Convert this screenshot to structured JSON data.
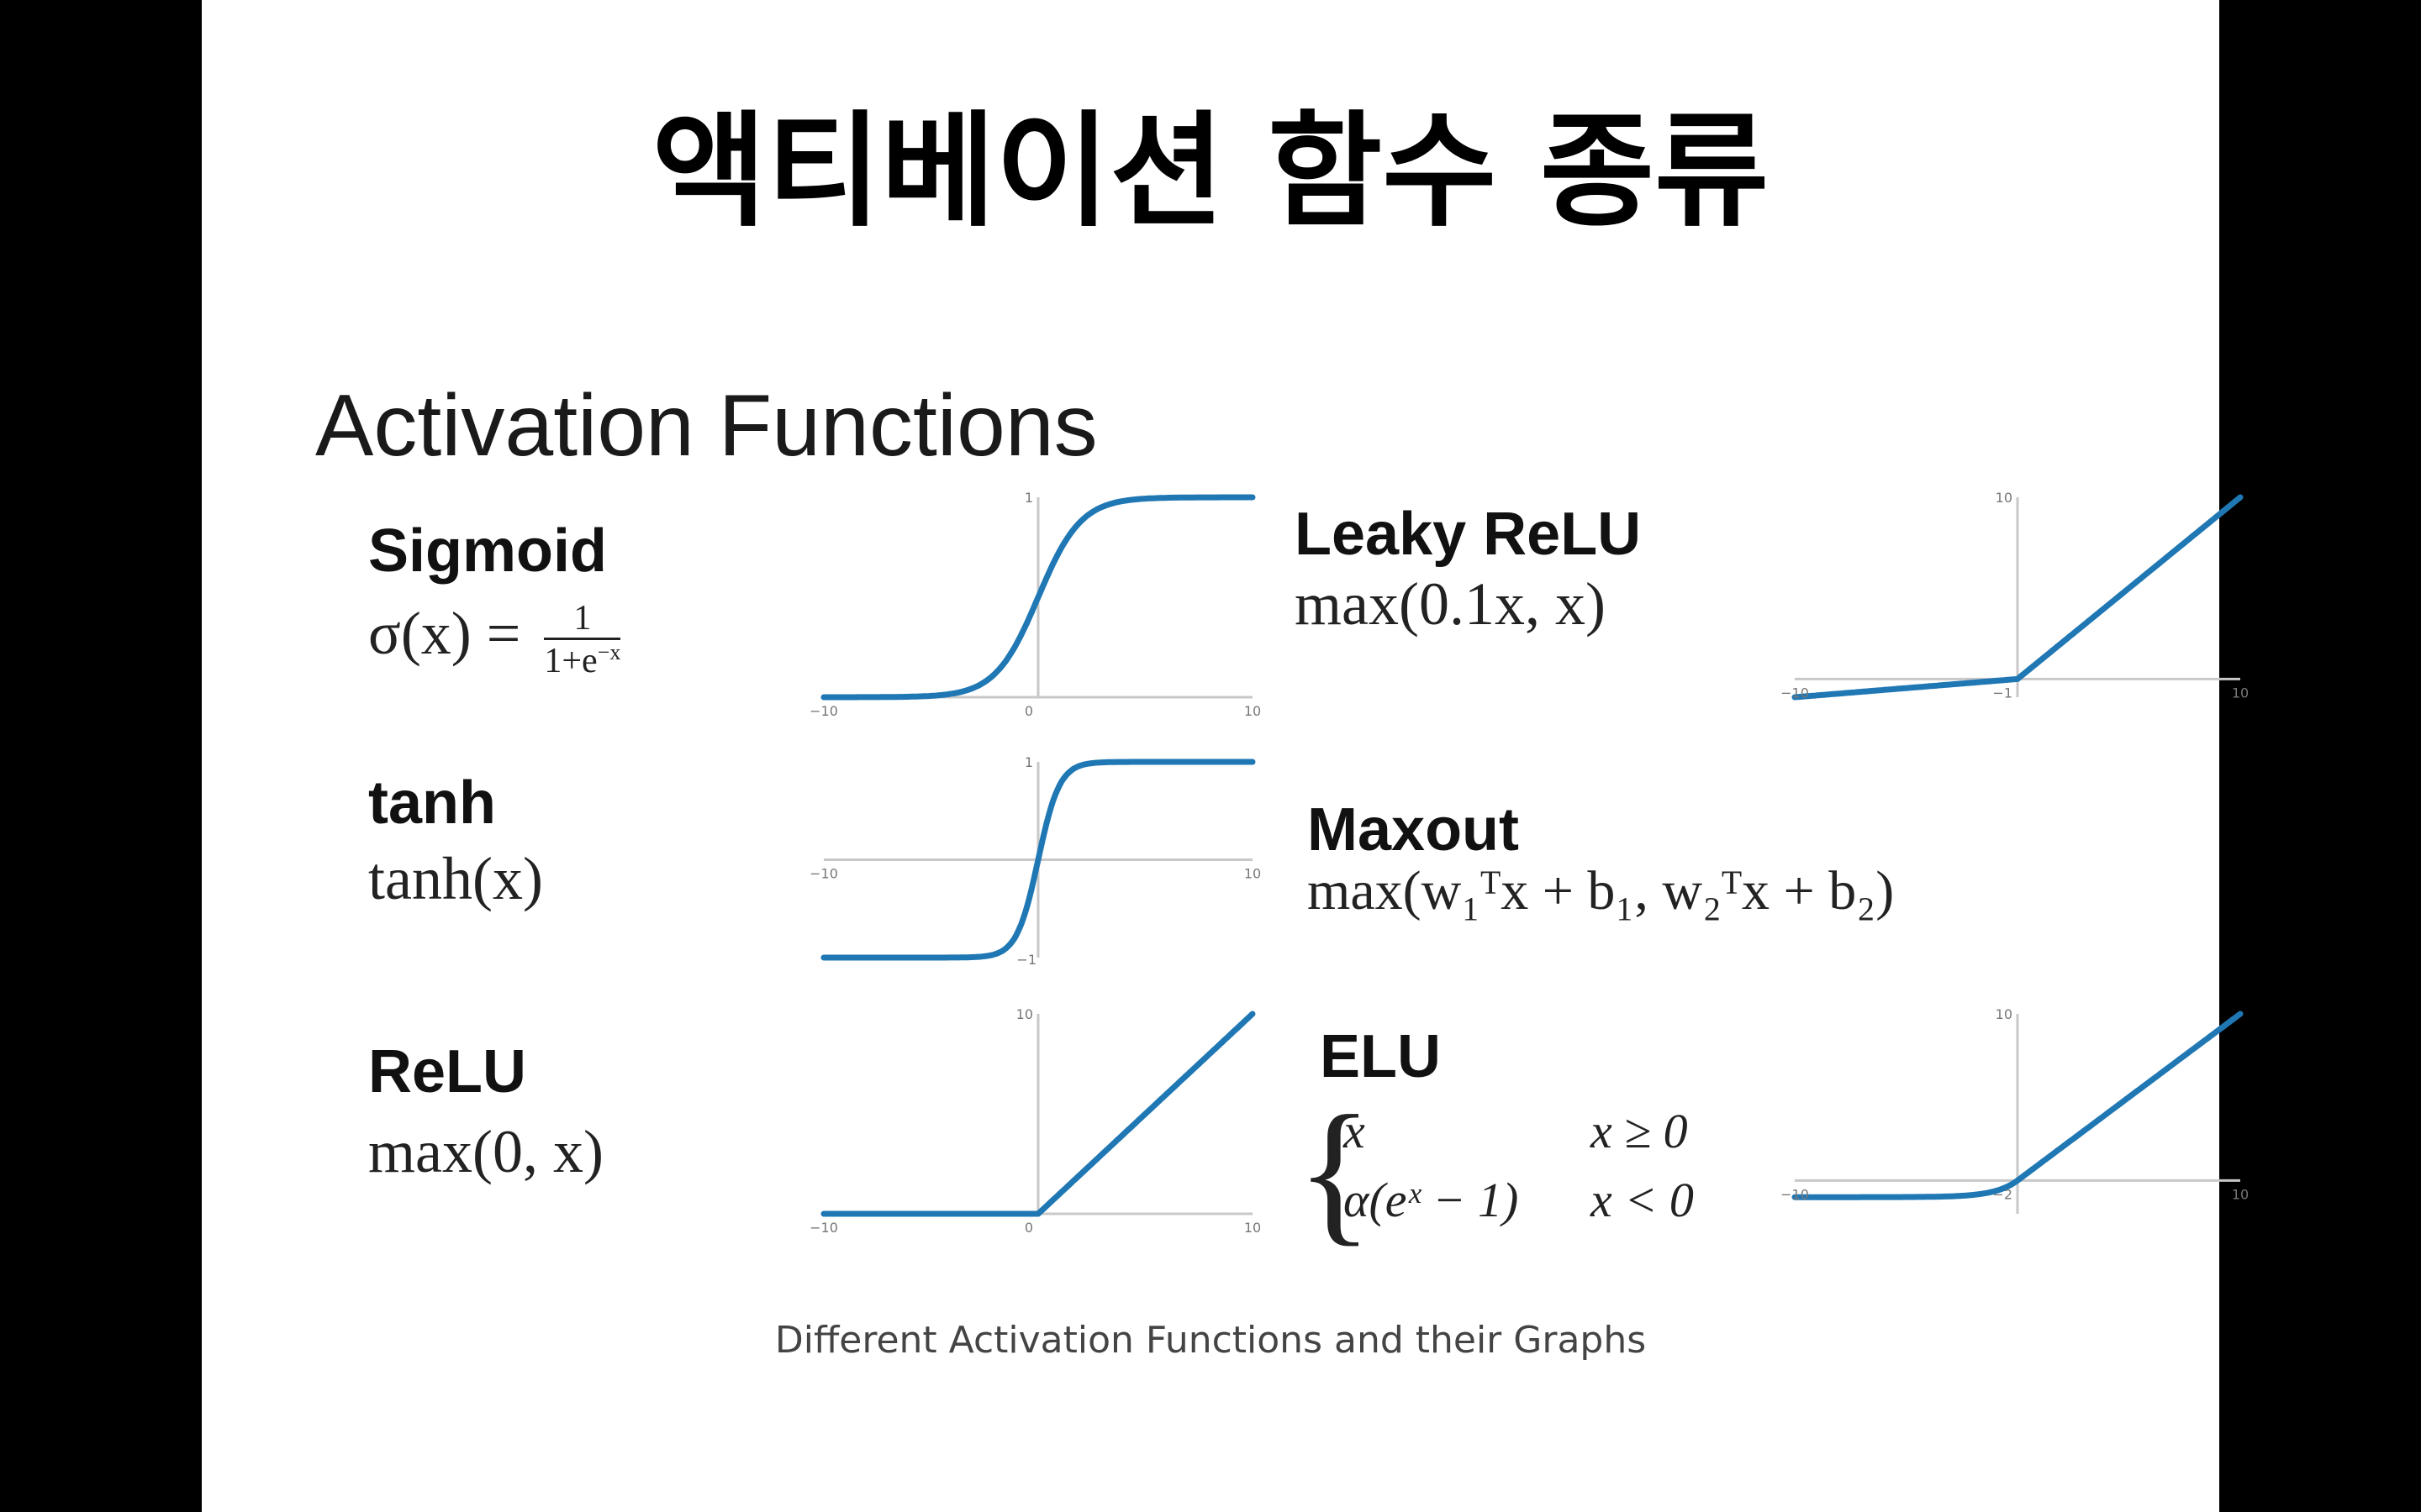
{
  "slide": {
    "title": "액티베이션 함수 종류",
    "heading": "Activation Functions",
    "caption": "Different Activation Functions and their Graphs"
  },
  "functions": {
    "sigmoid": {
      "name": "Sigmoid",
      "lhs": "σ(x) =",
      "numerator": "1",
      "denominator": "1+e",
      "exponent": "−x"
    },
    "tanh": {
      "name": "tanh",
      "formula": "tanh(x)"
    },
    "relu": {
      "name": "ReLU",
      "formula": "max(0, x)"
    },
    "leaky_relu": {
      "name": "Leaky ReLU",
      "formula": "max(0.1x, x)"
    },
    "maxout": {
      "name": "Maxout",
      "formula": "max(w₁ᵀx + b₁, w₂ᵀx + b₂)"
    },
    "elu": {
      "name": "ELU",
      "case1_expr": "x",
      "case1_cond": "x ≥ 0",
      "case2_expr": "α(eˣ − 1)",
      "case2_cond": "x < 0"
    }
  },
  "chart_data": [
    {
      "type": "line",
      "series": [
        {
          "fn": "sigmoid"
        }
      ],
      "xlim": [
        -10,
        10
      ],
      "ylim": [
        0,
        1
      ],
      "tick_labels": {
        "x_left": "−10",
        "x_right": "10",
        "origin": "0",
        "y_top": "1"
      },
      "color": "#1f77b4"
    },
    {
      "type": "line",
      "series": [
        {
          "fn": "tanh"
        }
      ],
      "xlim": [
        -10,
        10
      ],
      "ylim": [
        -1,
        1
      ],
      "tick_labels": {
        "x_left": "−10",
        "x_right": "10",
        "y_top": "1",
        "y_bottom": "−1"
      },
      "color": "#1f77b4"
    },
    {
      "type": "line",
      "series": [
        {
          "fn": "relu"
        }
      ],
      "xlim": [
        -10,
        10
      ],
      "ylim": [
        0,
        10
      ],
      "tick_labels": {
        "x_left": "−10",
        "x_right": "10",
        "origin": "0",
        "y_top": "10"
      },
      "color": "#1f77b4"
    },
    {
      "type": "line",
      "series": [
        {
          "fn": "leaky_relu",
          "slope_neg": 0.1
        }
      ],
      "xlim": [
        -10,
        10
      ],
      "ylim": [
        -1,
        10
      ],
      "tick_labels": {
        "x_left": "−10",
        "x_right": "10",
        "origin": "−1",
        "y_top": "10"
      },
      "color": "#1f77b4"
    },
    {
      "type": "line",
      "series": [
        {
          "fn": "elu",
          "alpha": 1
        }
      ],
      "xlim": [
        -10,
        10
      ],
      "ylim": [
        -2,
        10
      ],
      "tick_labels": {
        "x_left": "−10",
        "x_right": "10",
        "origin": "−2",
        "y_top": "10"
      },
      "color": "#1f77b4"
    }
  ]
}
